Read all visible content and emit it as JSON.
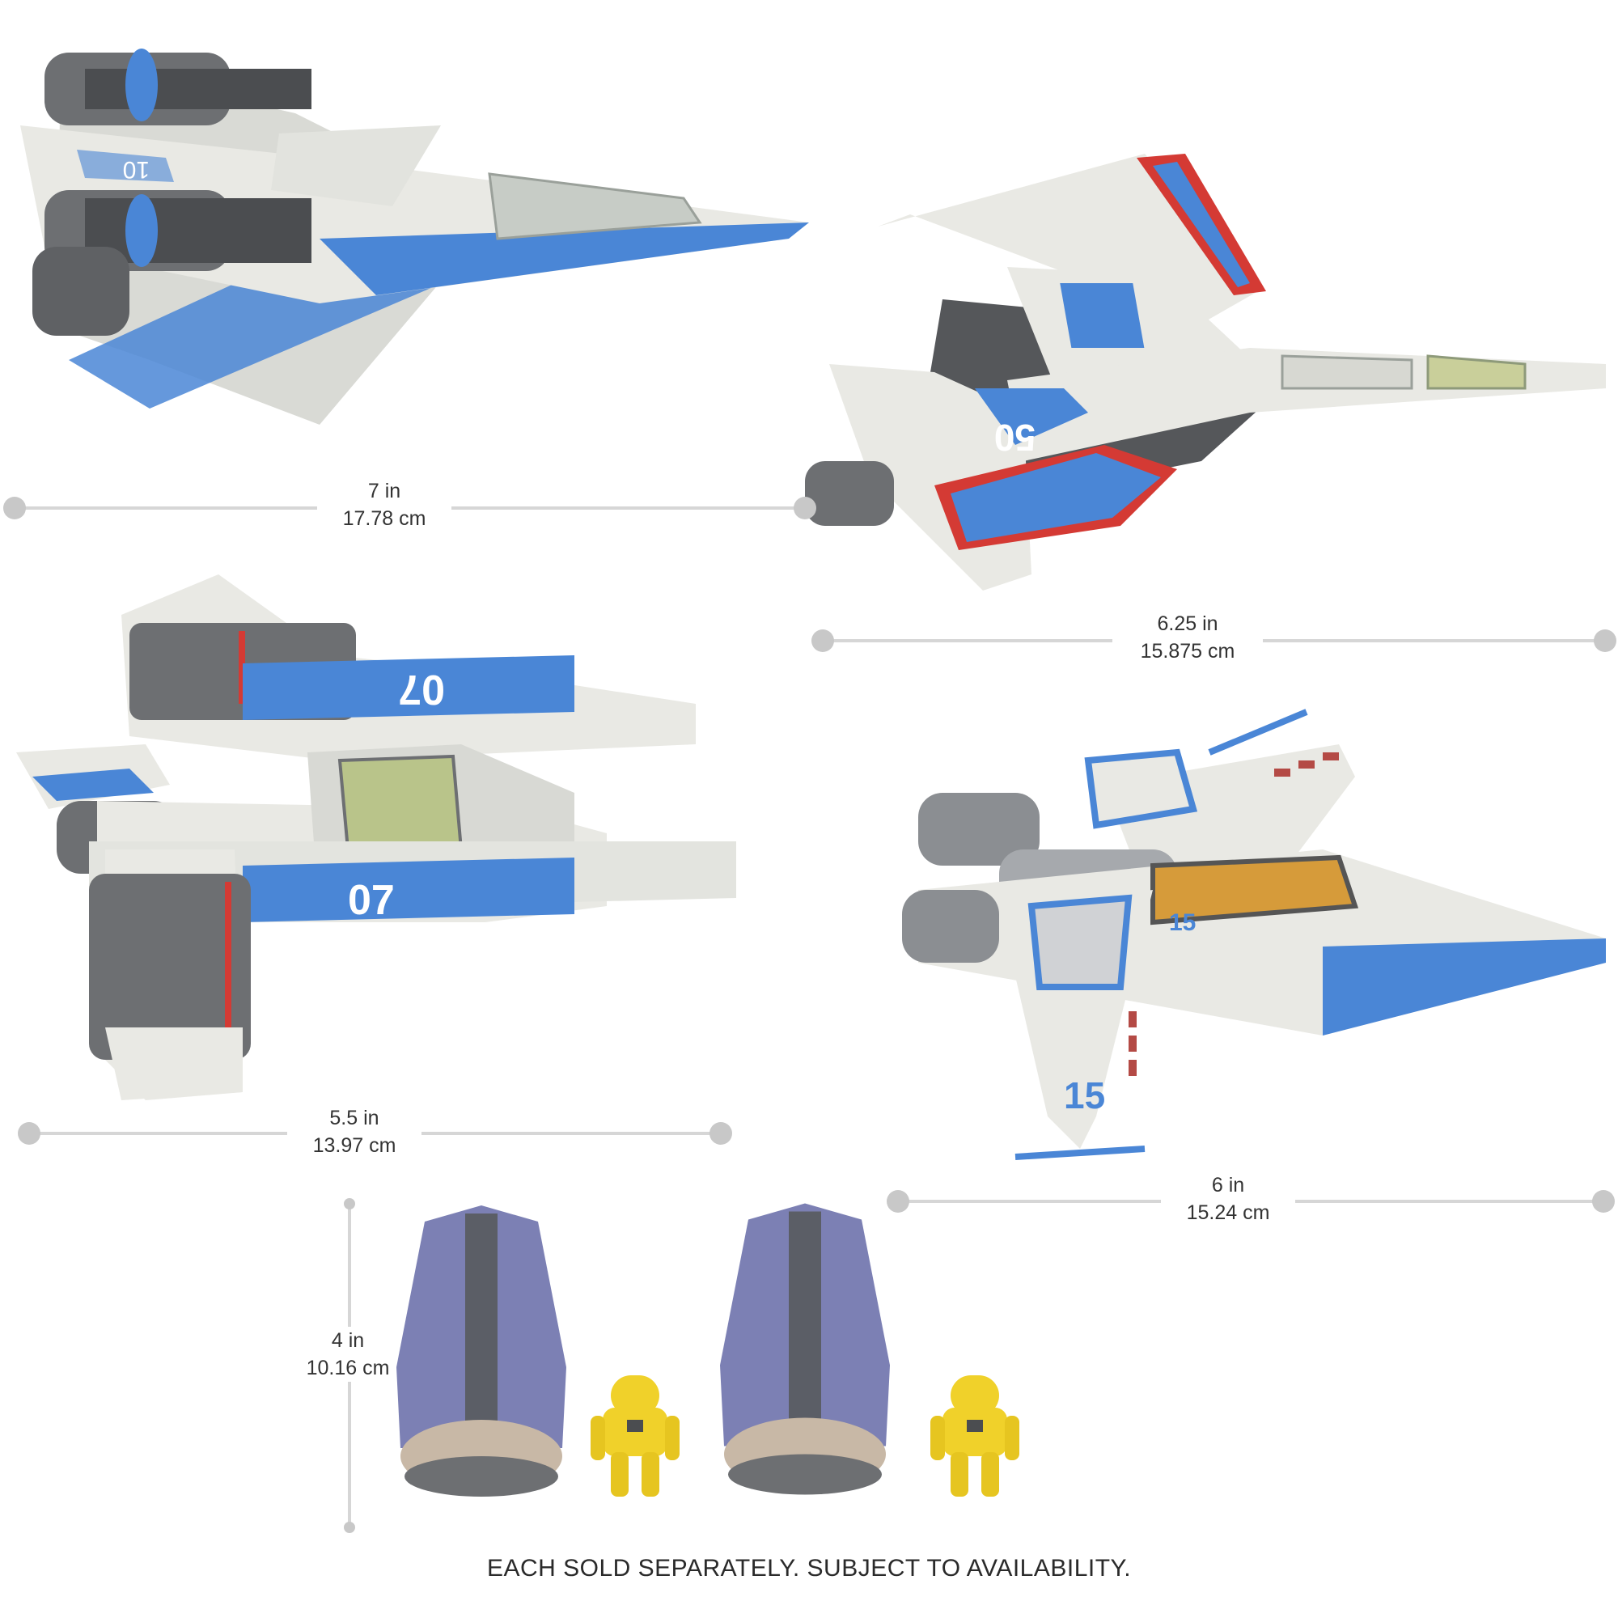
{
  "colors": {
    "hull_white": "#e9e9e4",
    "hull_shade": "#c9cac5",
    "stripe_blue": "#4a86d6",
    "engine_gray": "#6d6f72",
    "dark_gray": "#4b4d50",
    "accent_red": "#d43a34",
    "canopy_green": "#b9c48a",
    "canopy_amber": "#d69b3a",
    "pod_purple": "#7c80b4",
    "robot_yellow": "#f0d12a",
    "rule_gray": "#d6d6d6"
  },
  "ships": [
    {
      "name": "xl-01-ship",
      "number": "10",
      "icon": "spaceship-image"
    },
    {
      "name": "xl-05-ship",
      "number": "50",
      "icon": "spaceship-image"
    },
    {
      "name": "xl-07-ship",
      "number": "07",
      "icon": "spaceship-image"
    },
    {
      "name": "xl-15-ship",
      "number": "15",
      "icon": "spaceship-image"
    }
  ],
  "measurements": {
    "ship1": {
      "in": "7 in",
      "cm": "17.78 cm"
    },
    "ship2": {
      "in": "6.25 in",
      "cm": "15.875 cm"
    },
    "ship3": {
      "in": "5.5 in",
      "cm": "13.97 cm"
    },
    "ship4": {
      "in": "6 in",
      "cm": "15.24 cm"
    },
    "pods": {
      "in": "4 in",
      "cm": "10.16 cm"
    }
  },
  "footer": "EACH SOLD SEPARATELY. SUBJECT TO AVAILABILITY."
}
